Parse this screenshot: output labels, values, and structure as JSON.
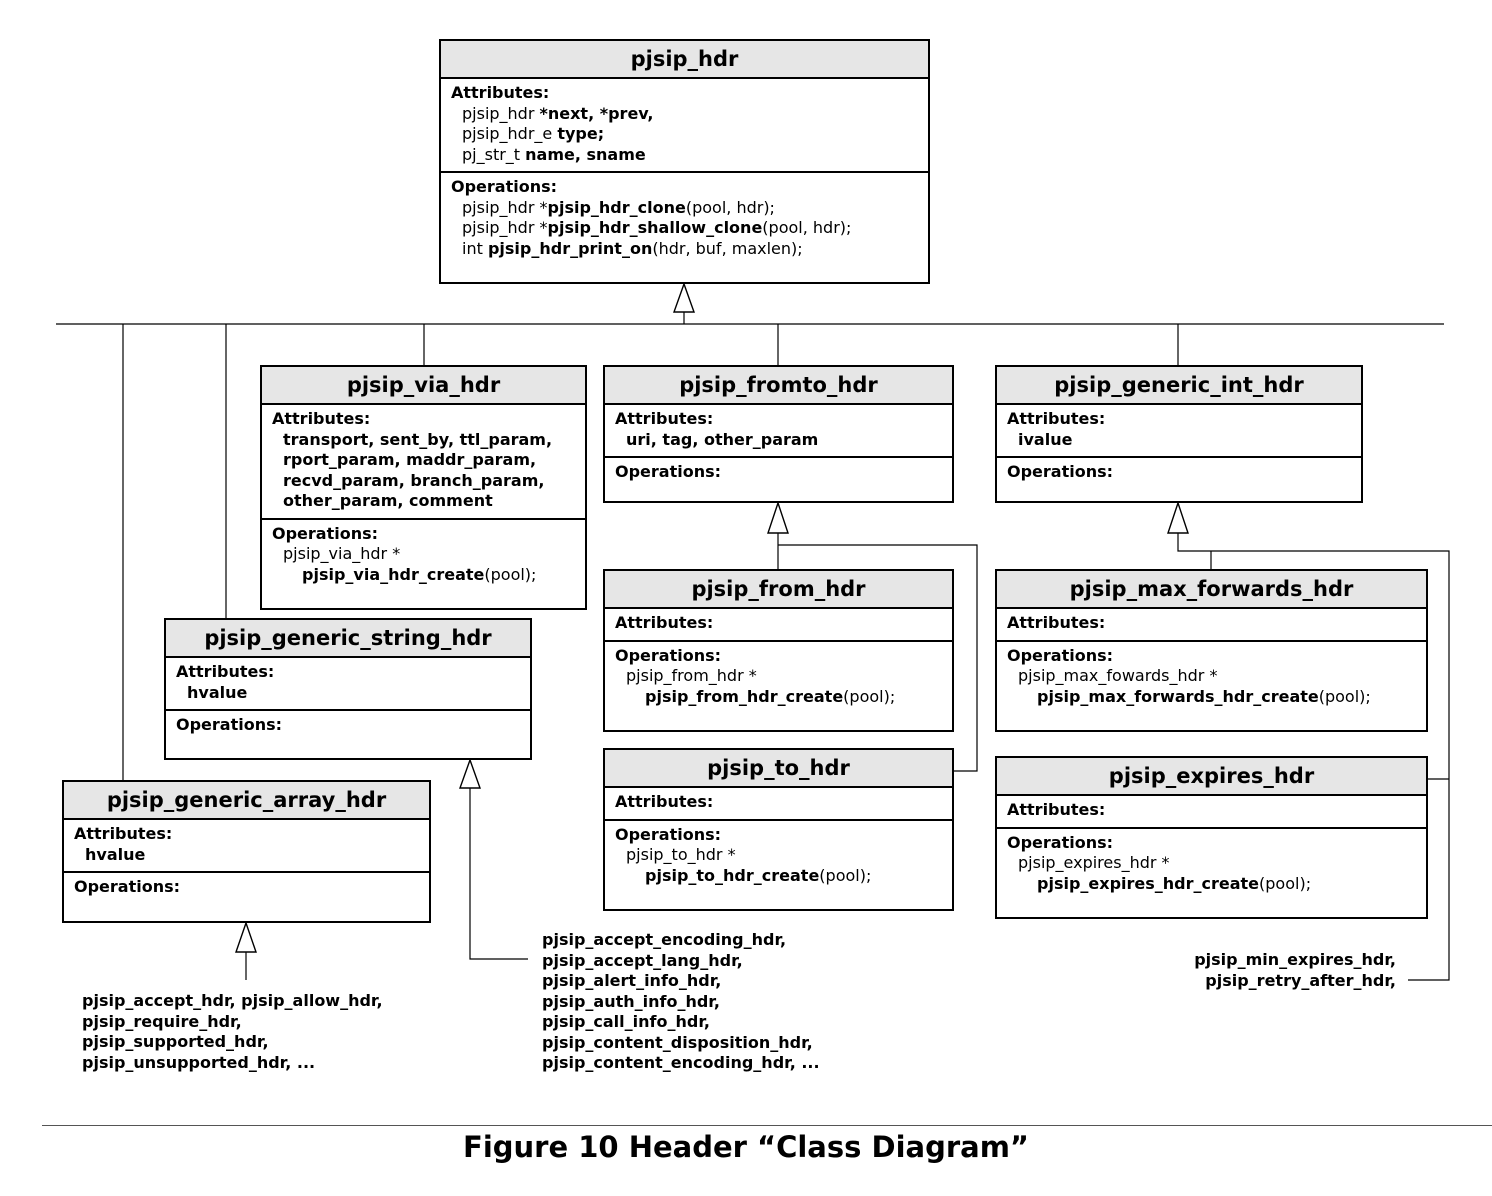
{
  "classes": {
    "pjsip_hdr": {
      "name": "pjsip_hdr",
      "attributes_label": "Attributes:",
      "attributes": [
        [
          {
            "t": "pjsip_hdr "
          },
          {
            "t": "*next, *prev,",
            "b": true
          }
        ],
        [
          {
            "t": "pjsip_hdr_e  "
          },
          {
            "t": "type;",
            "b": true
          }
        ],
        [
          {
            "t": "pj_str_t "
          },
          {
            "t": "name, sname",
            "b": true
          }
        ]
      ],
      "operations_label": "Operations:",
      "operations": [
        [
          {
            "t": "pjsip_hdr *"
          },
          {
            "t": "pjsip_hdr_clone",
            "b": true
          },
          {
            "t": "(pool, hdr);"
          }
        ],
        [
          {
            "t": "pjsip_hdr *"
          },
          {
            "t": "pjsip_hdr_shallow_clone",
            "b": true
          },
          {
            "t": "(pool, hdr);"
          }
        ],
        [
          {
            "t": "int "
          },
          {
            "t": "pjsip_hdr_print_on",
            "b": true
          },
          {
            "t": "(hdr, buf, maxlen);"
          }
        ]
      ]
    },
    "pjsip_via_hdr": {
      "name": "pjsip_via_hdr",
      "attributes_label": "Attributes:",
      "attributes": [
        [
          {
            "t": "transport, sent_by, ttl_param,",
            "b": true
          }
        ],
        [
          {
            "t": "rport_param,   maddr_param,",
            "b": true
          }
        ],
        [
          {
            "t": "recvd_param, branch_param,",
            "b": true
          }
        ],
        [
          {
            "t": "other_param, comment",
            "b": true
          }
        ]
      ],
      "operations_label": "Operations:",
      "operations": [
        [
          {
            "t": "pjsip_via_hdr *"
          }
        ],
        [
          {
            "t": "pjsip_via_hdr_create",
            "b": true,
            "deep": true
          },
          {
            "t": "(pool);"
          }
        ]
      ]
    },
    "pjsip_fromto_hdr": {
      "name": "pjsip_fromto_hdr",
      "attributes_label": "Attributes:",
      "attributes": [
        [
          {
            "t": "uri, tag, other_param",
            "b": true
          }
        ]
      ],
      "operations_label": "Operations:",
      "operations": []
    },
    "pjsip_generic_int_hdr": {
      "name": "pjsip_generic_int_hdr",
      "attributes_label": "Attributes:",
      "attributes": [
        [
          {
            "t": "ivalue",
            "b": true
          }
        ]
      ],
      "operations_label": "Operations:",
      "operations": []
    },
    "pjsip_generic_string_hdr": {
      "name": "pjsip_generic_string_hdr",
      "attributes_label": "Attributes:",
      "attributes": [
        [
          {
            "t": "hvalue",
            "b": true
          }
        ]
      ],
      "operations_label": "Operations:",
      "operations": []
    },
    "pjsip_from_hdr": {
      "name": "pjsip_from_hdr",
      "attributes_label": "Attributes:",
      "attributes": [],
      "operations_label": "Operations:",
      "operations": [
        [
          {
            "t": "pjsip_from_hdr *"
          }
        ],
        [
          {
            "t": "pjsip_from_hdr_create",
            "b": true,
            "deep": true
          },
          {
            "t": "(pool);"
          }
        ]
      ]
    },
    "pjsip_max_forwards_hdr": {
      "name": "pjsip_max_forwards_hdr",
      "attributes_label": "Attributes:",
      "attributes": [],
      "operations_label": "Operations:",
      "operations": [
        [
          {
            "t": "pjsip_max_fowards_hdr *"
          }
        ],
        [
          {
            "t": "pjsip_max_forwards_hdr_create",
            "b": true,
            "deep": true
          },
          {
            "t": "(pool);"
          }
        ]
      ]
    },
    "pjsip_to_hdr": {
      "name": "pjsip_to_hdr",
      "attributes_label": "Attributes:",
      "attributes": [],
      "operations_label": "Operations:",
      "operations": [
        [
          {
            "t": "pjsip_to_hdr *"
          }
        ],
        [
          {
            "t": "pjsip_to_hdr_create",
            "b": true,
            "deep": true
          },
          {
            "t": "(pool);"
          }
        ]
      ]
    },
    "pjsip_expires_hdr": {
      "name": "pjsip_expires_hdr",
      "attributes_label": "Attributes:",
      "attributes": [],
      "operations_label": "Operations:",
      "operations": [
        [
          {
            "t": "pjsip_expires_hdr *"
          }
        ],
        [
          {
            "t": "pjsip_expires_hdr_create",
            "b": true,
            "deep": true
          },
          {
            "t": "(pool);"
          }
        ]
      ]
    },
    "pjsip_generic_array_hdr": {
      "name": "pjsip_generic_array_hdr",
      "attributes_label": "Attributes:",
      "attributes": [
        [
          {
            "t": "hvalue",
            "b": true
          }
        ]
      ],
      "operations_label": "Operations:",
      "operations": []
    }
  },
  "notes": {
    "array_derived": [
      "pjsip_accept_hdr,  pjsip_allow_hdr,",
      "pjsip_require_hdr,",
      "pjsip_supported_hdr,",
      "pjsip_unsupported_hdr, ..."
    ],
    "string_derived": [
      "pjsip_accept_encoding_hdr,",
      "pjsip_accept_lang_hdr,",
      "pjsip_alert_info_hdr,",
      "pjsip_auth_info_hdr,",
      "pjsip_call_info_hdr,",
      "pjsip_content_disposition_hdr,",
      "pjsip_content_encoding_hdr, ..."
    ],
    "int_derived": [
      "pjsip_min_expires_hdr,",
      "pjsip_retry_after_hdr,"
    ]
  },
  "caption": "Figure 10 Header “Class Diagram”"
}
